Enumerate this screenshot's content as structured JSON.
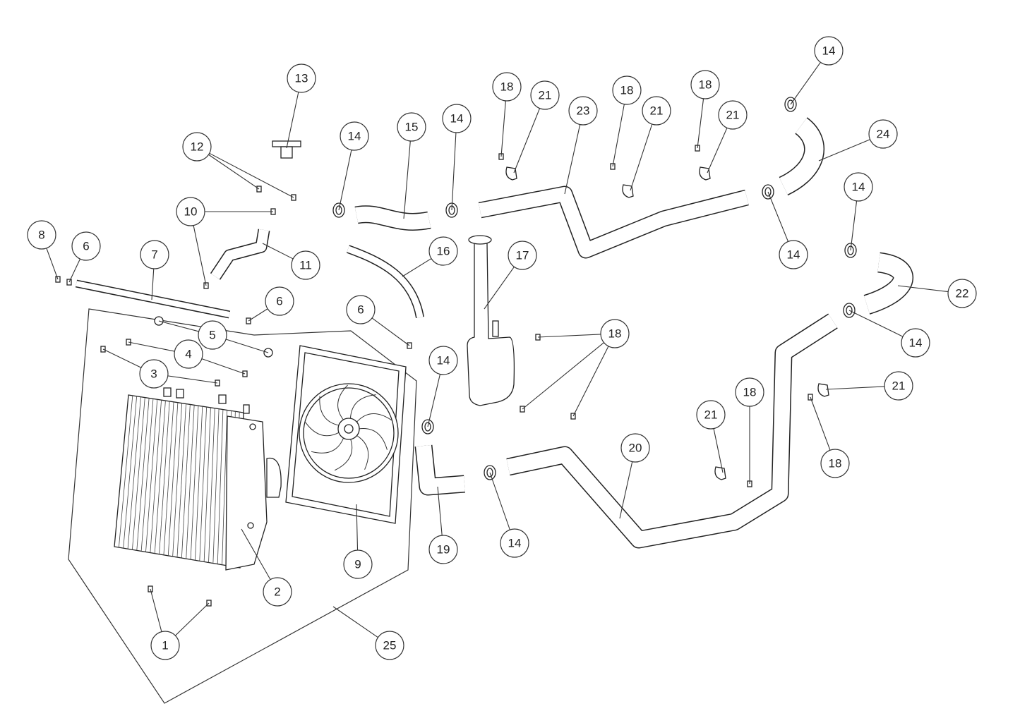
{
  "diagram": {
    "callouts": [
      "13",
      "12",
      "10",
      "11",
      "8",
      "6",
      "7",
      "6",
      "5",
      "4",
      "3",
      "14",
      "15",
      "14",
      "16",
      "6",
      "18",
      "21",
      "23",
      "18",
      "21",
      "18",
      "21",
      "14",
      "24",
      "14",
      "14",
      "22",
      "14",
      "17",
      "18",
      "14",
      "21",
      "18",
      "21",
      "18",
      "20",
      "14",
      "19",
      "9",
      "2",
      "1",
      "25"
    ],
    "line_color": "#222222",
    "background": "#ffffff"
  }
}
